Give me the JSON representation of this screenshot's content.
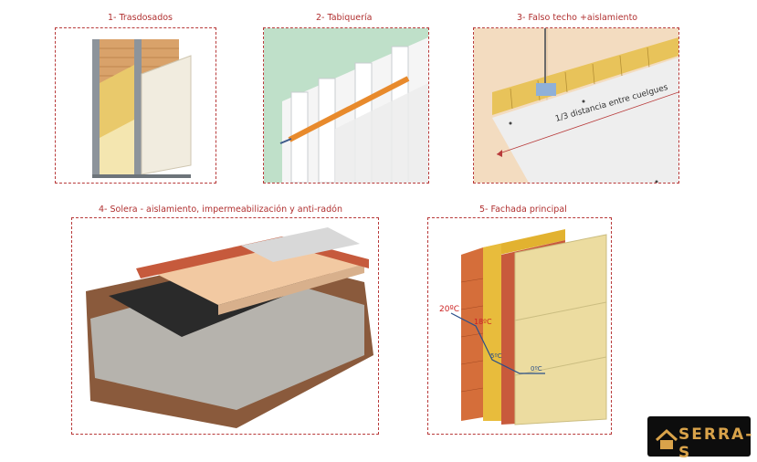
{
  "panels": [
    {
      "title": "1- Trasdosados"
    },
    {
      "title": "2- Tabiquería"
    },
    {
      "title": "3- Falso techo +aislamiento",
      "annotation": "1/3 distancia entre cuelgues"
    },
    {
      "title": "4- Solera - aislamiento, impermeabilización y anti-radón"
    },
    {
      "title": "5- Fachada principal",
      "temp_outside": "20ºC",
      "temp_mid": "18ºC",
      "temp_inner": "5ºC",
      "temp_right": "0ºC"
    }
  ],
  "logo": {
    "text": "SERRA-S"
  },
  "colors": {
    "dash": "#b83a3a",
    "title": "#b03030",
    "logo_bg": "#0d0d0d",
    "logo_gold": "#d9a34a"
  }
}
